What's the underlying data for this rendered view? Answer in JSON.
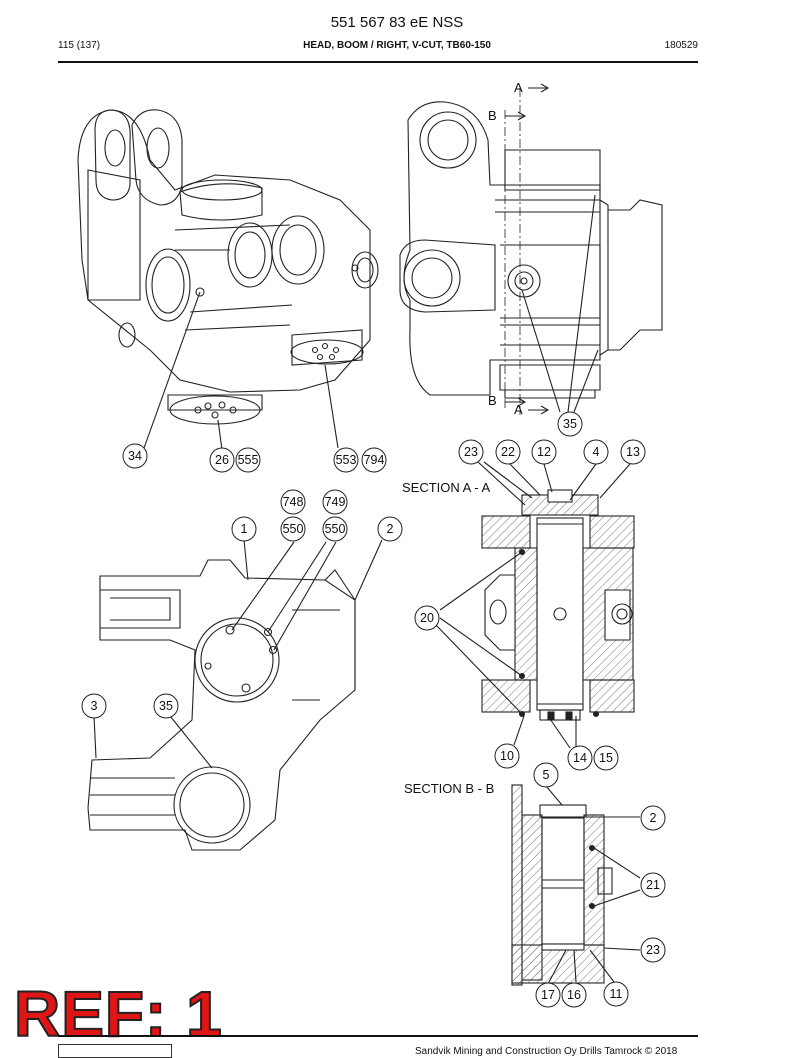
{
  "header": {
    "doc_number": "551 567 83 eE NSS",
    "page": "115 (137)",
    "title": "HEAD, BOOM / RIGHT, V-CUT, TB60-150",
    "date": "180529"
  },
  "sections": {
    "a_label": "SECTION A - A",
    "b_label": "SECTION B - B",
    "cut_a": "A",
    "cut_b": "B"
  },
  "callouts": {
    "iso_34": "34",
    "iso_26": "26",
    "iso_555": "555",
    "iso_553": "553",
    "iso_794": "794",
    "top_35": "35",
    "a_23": "23",
    "a_22": "22",
    "a_12": "12",
    "a_4": "4",
    "a_13": "13",
    "a_20": "20",
    "a_10": "10",
    "a_14": "14",
    "a_15": "15",
    "bot_748": "748",
    "bot_749": "749",
    "bot_1": "1",
    "bot_550a": "550",
    "bot_550b": "550",
    "bot_2": "2",
    "bot_3": "3",
    "bot_35": "35",
    "b_5": "5",
    "b_2": "2",
    "b_21": "21",
    "b_23": "23",
    "b_17": "17",
    "b_16": "16",
    "b_11": "11"
  },
  "stamp": {
    "text": "REF: 1",
    "color": "#e01616"
  },
  "footer": {
    "copyright": "Sandvik Mining and Construction Oy Drills Tamrock © 2018"
  }
}
